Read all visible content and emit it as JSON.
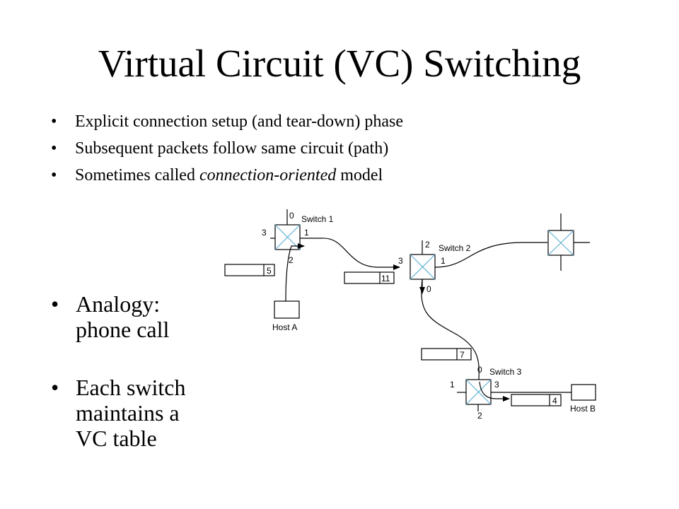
{
  "title": "Virtual Circuit (VC) Switching",
  "bullets_top": [
    {
      "parts": [
        {
          "text": "Explicit connection setup (and tear-down) phase",
          "italic": false
        }
      ]
    },
    {
      "parts": [
        {
          "text": "Subsequent packets follow same circuit (path)",
          "italic": false
        }
      ]
    },
    {
      "parts": [
        {
          "text": "Sometimes called ",
          "italic": false
        },
        {
          "text": "connection-oriented",
          "italic": true
        },
        {
          "text": " model",
          "italic": false
        }
      ]
    }
  ],
  "bullets_bottom": [
    {
      "line1": "Analogy:",
      "line2": "phone call",
      "line3": ""
    },
    {
      "line1": "Each switch",
      "line2": "maintains a",
      "line3": "VC table"
    }
  ],
  "bullet_char": "•",
  "diagram": {
    "switch1": {
      "name": "Switch 1",
      "ports": [
        "0",
        "1",
        "2",
        "3"
      ]
    },
    "switch2": {
      "name": "Switch 2",
      "ports": [
        "0",
        "1",
        "2",
        "3"
      ]
    },
    "switch3": {
      "name": "Switch 3",
      "ports": [
        "0",
        "1",
        "2",
        "3"
      ]
    },
    "hostA": "Host A",
    "hostB": "Host B",
    "packet_vci": [
      "5",
      "11",
      "7",
      "4"
    ],
    "line_color": "#000000",
    "switch_x_color": "#5fb3d3"
  }
}
